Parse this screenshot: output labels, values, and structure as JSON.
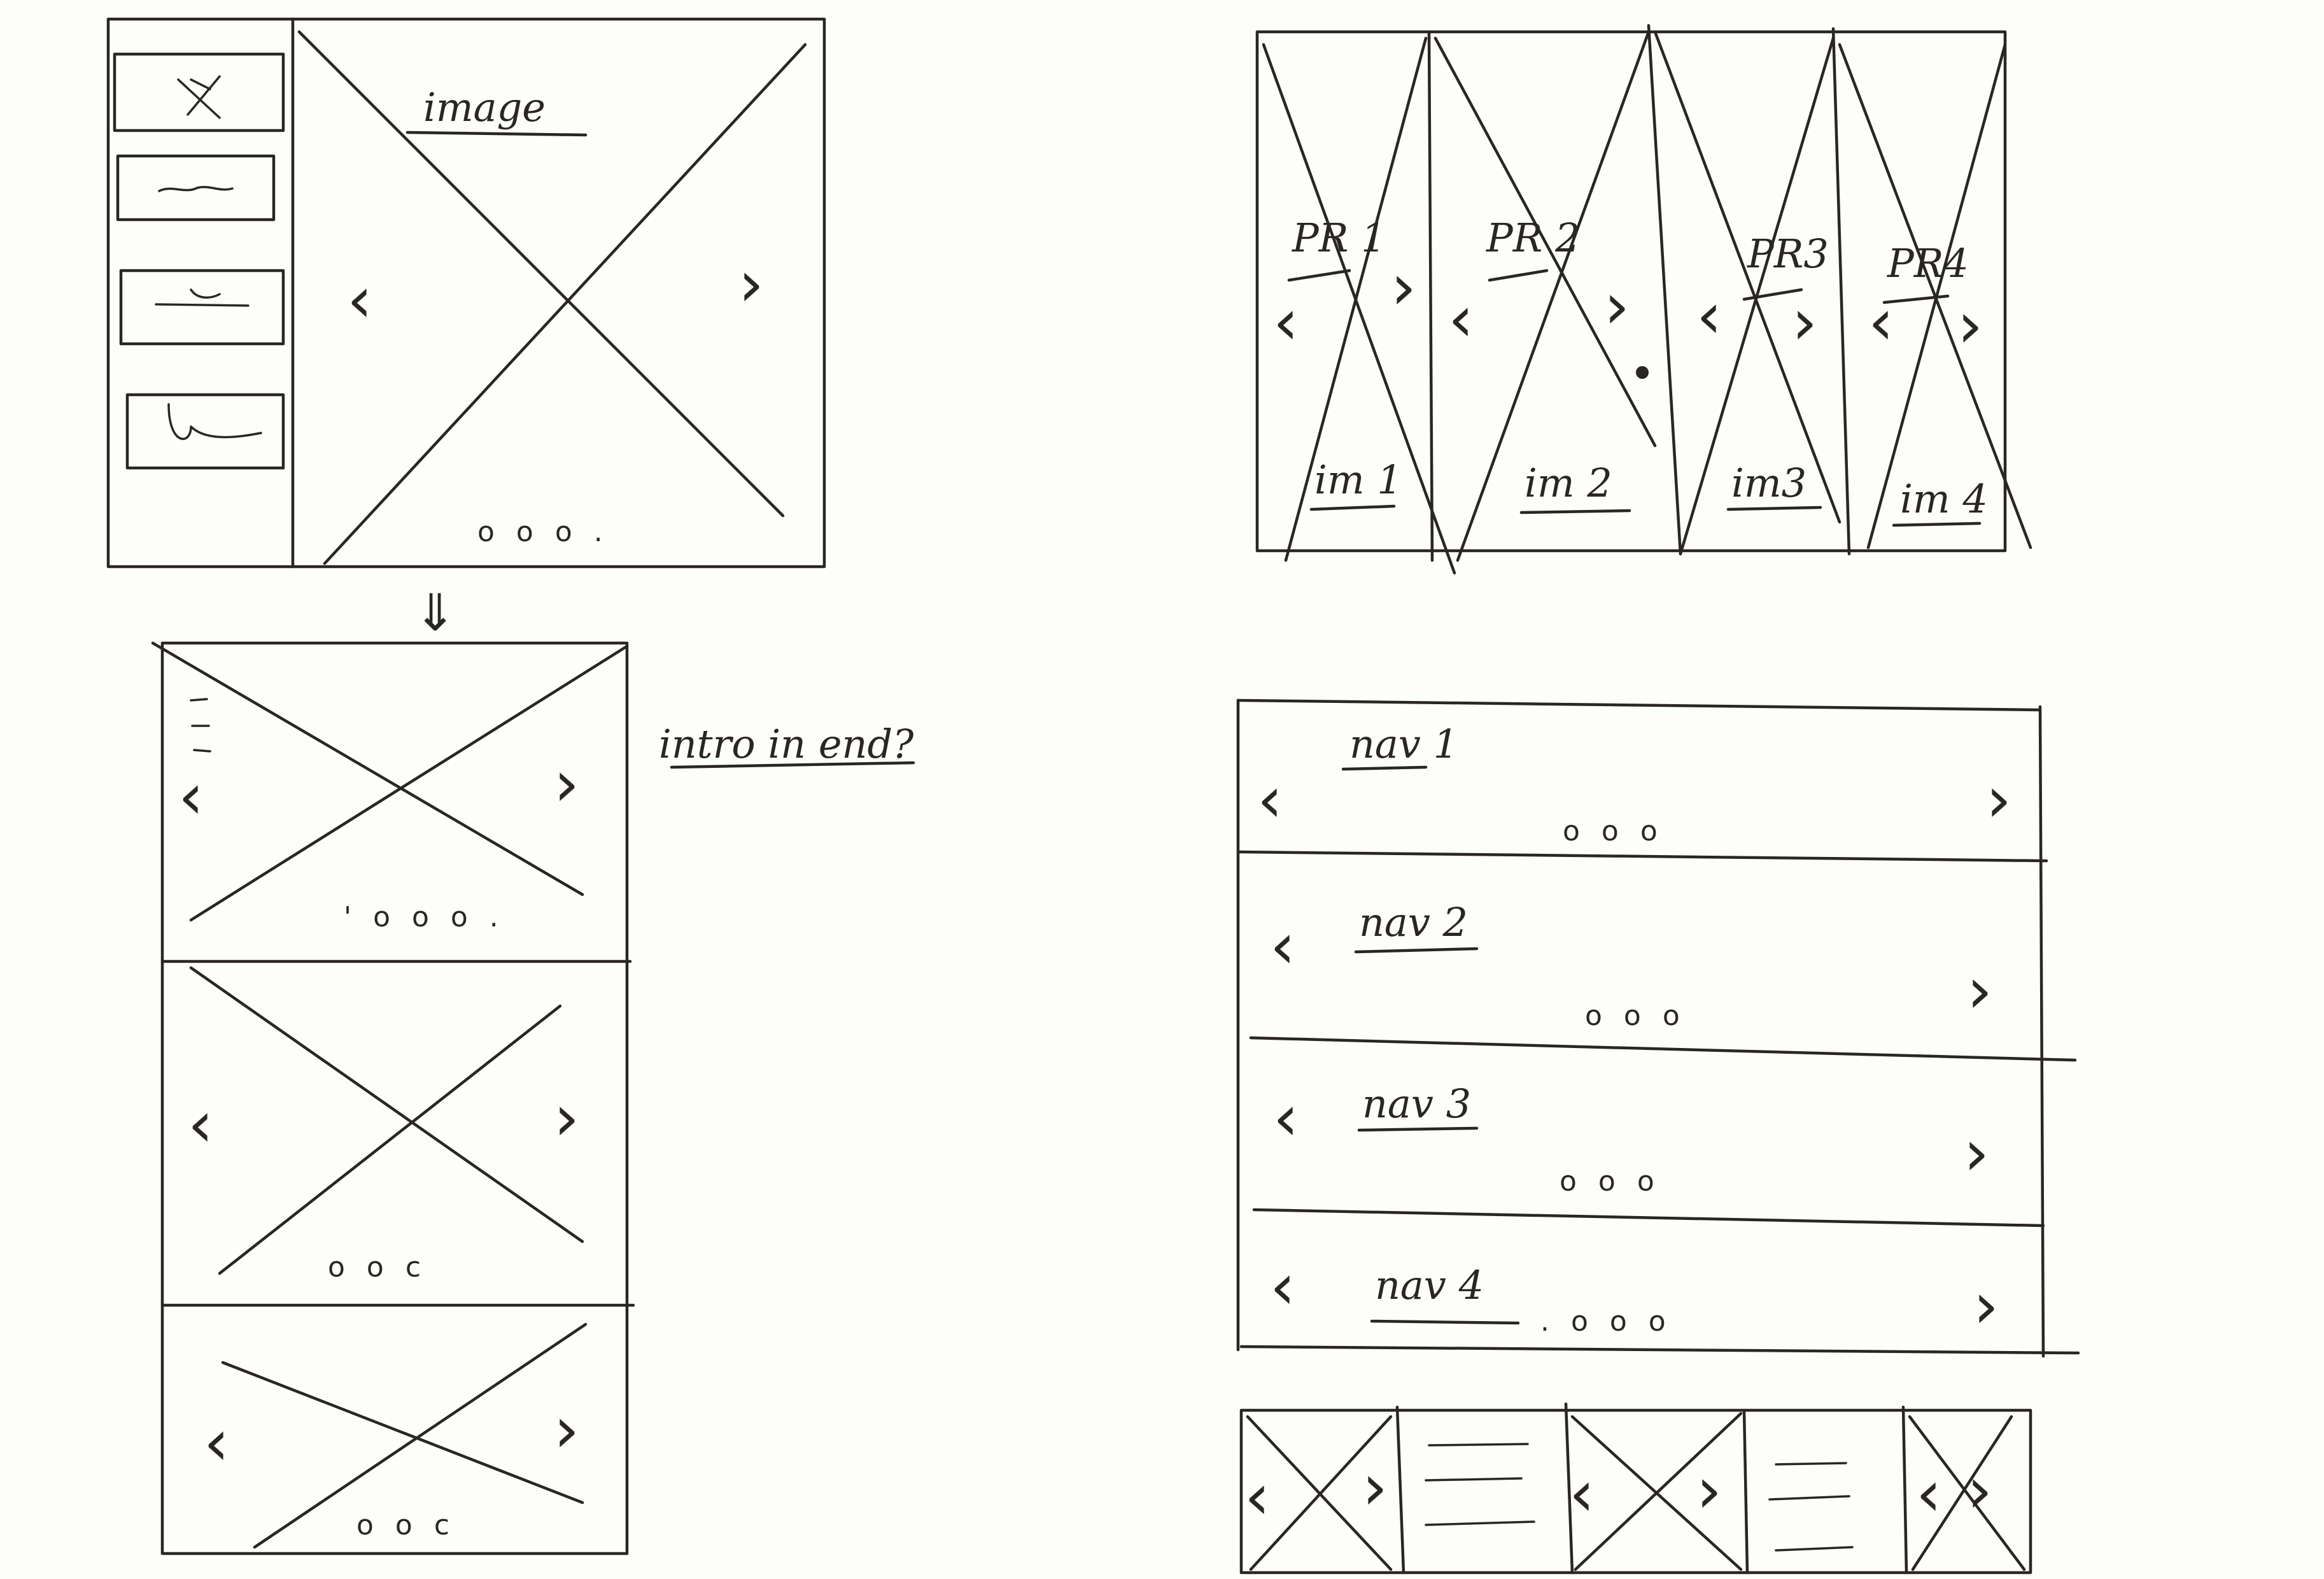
{
  "wireframe_a": {
    "image_label": "image",
    "prev_arrow": "‹",
    "next_arrow": "›",
    "dots": "o o o ."
  },
  "flow_arrow": "⇓",
  "wireframe_b": {
    "note": "intro in end?",
    "prev_arrow": "‹",
    "next_arrow": "›",
    "slides": [
      {
        "dots": "' o o o ."
      },
      {
        "dots": "o o c"
      },
      {
        "dots": "o o c"
      }
    ]
  },
  "wireframe_c": {
    "prev_arrow": "‹",
    "next_arrow": "›",
    "panels": [
      {
        "title": "PR 1",
        "caption": "im 1"
      },
      {
        "title": "PR 2",
        "caption": "im 2"
      },
      {
        "title": "PR3",
        "caption": "im3"
      },
      {
        "title": "PR4",
        "caption": "im 4"
      }
    ]
  },
  "wireframe_d": {
    "prev_arrow": "‹",
    "next_arrow": "›",
    "rows": [
      {
        "label": "nav 1",
        "dots": "o o o"
      },
      {
        "label": "nav 2",
        "dots": "o o o"
      },
      {
        "label": "nav 3",
        "dots": "o o o"
      },
      {
        "label": "nav 4",
        "dots": ". o o o"
      }
    ]
  },
  "wireframe_e": {
    "prev_arrow": "‹",
    "next_arrow": "›"
  }
}
